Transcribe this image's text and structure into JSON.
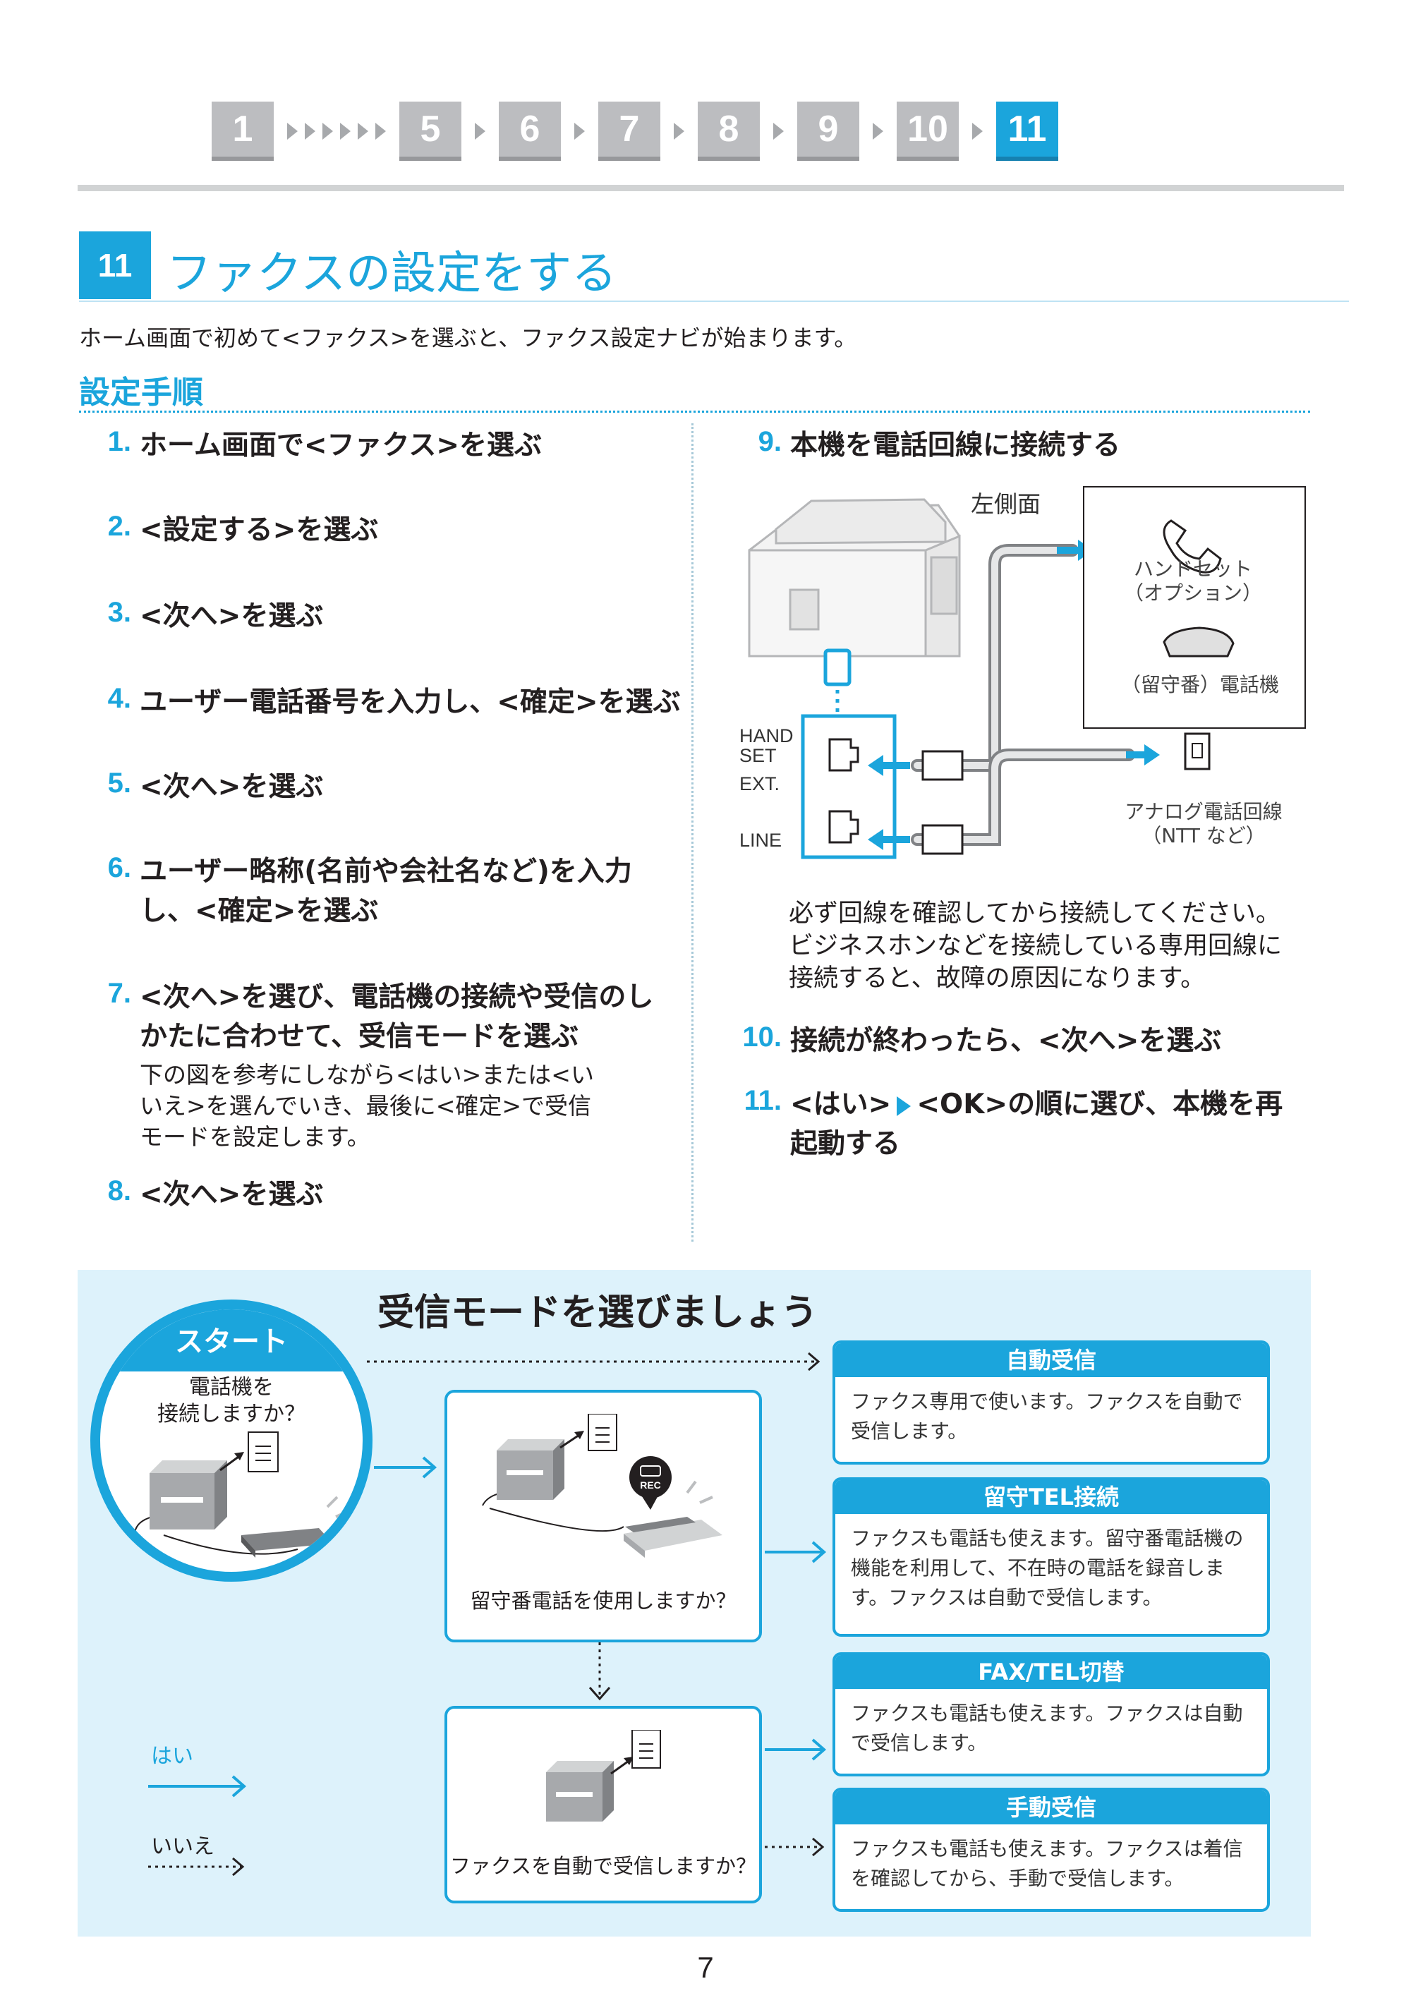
{
  "nav": {
    "steps": [
      "1",
      "5",
      "6",
      "7",
      "8",
      "9",
      "10",
      "11"
    ],
    "active": "11"
  },
  "title": {
    "number": "11",
    "text": "ファクスの設定をする"
  },
  "intro": "ホーム画面で初めて<ファクス>を選ぶと、ファクス設定ナビが始まります。",
  "section_heading": "設定手順",
  "steps": [
    {
      "num": "1.",
      "lines": [
        "ホーム画面で<ファクス>を選ぶ"
      ]
    },
    {
      "num": "2.",
      "lines": [
        "<設定する>を選ぶ"
      ]
    },
    {
      "num": "3.",
      "lines": [
        "<次へ>を選ぶ"
      ]
    },
    {
      "num": "4.",
      "lines": [
        "ユーザー電話番号を入力し、<確定>を選ぶ"
      ]
    },
    {
      "num": "5.",
      "lines": [
        "<次へ>を選ぶ"
      ]
    },
    {
      "num": "6.",
      "lines": [
        "ユーザー略称(名前や会社名など)を入力",
        "し、<確定>を選ぶ"
      ]
    },
    {
      "num": "7.",
      "lines": [
        "<次へ>を選び、電話機の接続や受信のし",
        "かたに合わせて、受信モードを選ぶ"
      ],
      "note": [
        "下の図を参考にしながら<はい>または<い",
        "いえ>を選んでいき、最後に<確定>で受信",
        "モードを設定します。"
      ]
    },
    {
      "num": "8.",
      "lines": [
        "<次へ>を選ぶ"
      ]
    },
    {
      "num": "9.",
      "lines": [
        "本機を電話回線に接続する"
      ]
    },
    {
      "num": "10.",
      "lines": [
        "接続が終わったら、<次へ>を選ぶ"
      ]
    },
    {
      "num": "11.",
      "lines": [
        "<はい>",
        "<OK>の順に選び、本機を再",
        "起動する"
      ]
    }
  ],
  "diagram": {
    "left_side": "左側面",
    "handset": [
      "ハンドセット",
      "（オプション）"
    ],
    "answering_phone": "（留守番）電話機",
    "port_labels": [
      "HAND",
      "SET",
      "EXT.",
      "LINE"
    ],
    "analog_line": [
      "アナログ電話回線",
      "（NTT など）"
    ],
    "warning": [
      "必ず回線を確認してから接続してください。",
      "ビジネスホンなどを接続している専用回線に",
      "接続すると、故障の原因になります。"
    ]
  },
  "flow": {
    "title": "受信モードを選びましょう",
    "start_label": "スタート",
    "start_question": [
      "電話機を",
      "接続しますか？"
    ],
    "q2": "留守番電話を使用しますか？",
    "q3": "ファクスを自動で受信しますか？",
    "rec_label": "REC",
    "modes": [
      {
        "name": "自動受信",
        "desc": [
          "ファクス専用で使います。ファクスを自動で",
          "受信します。"
        ]
      },
      {
        "name": "留守TEL接続",
        "desc": [
          "ファクスも電話も使えます。留守番電話機の",
          "機能を利用して、不在時の電話を録音しま",
          "す。ファクスは自動で受信します。"
        ]
      },
      {
        "name": "FAX/TEL切替",
        "desc": [
          "ファクスも電話も使えます。ファクスは自動",
          "で受信します。"
        ]
      },
      {
        "name": "手動受信",
        "desc": [
          "ファクスも電話も使えます。ファクスは着信",
          "を確認してから、手動で受信します。"
        ]
      }
    ],
    "legend_yes": "はい",
    "legend_no": "いいえ"
  },
  "colors": {
    "accent": "#1ba5dc",
    "panel_bg": "#ddf2fb",
    "nav_gray": "#bcbdc0"
  },
  "page_number": "7"
}
